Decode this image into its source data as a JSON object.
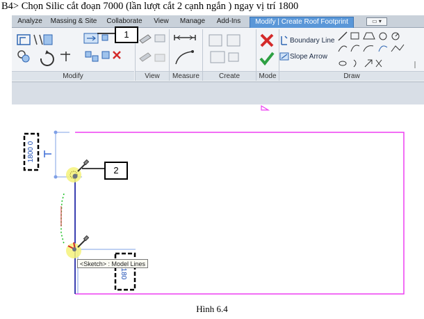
{
  "heading": "B4> Chọn Silic cắt đoạn 7000 (lần lượt cắt 2 cạnh ngắn ) ngay vị trí 1800",
  "ribbon": {
    "tabs": [
      {
        "label": "Analyze"
      },
      {
        "label": "Massing & Site"
      },
      {
        "label": "Collaborate"
      },
      {
        "label": "View"
      },
      {
        "label": "Manage"
      },
      {
        "label": "Add-Ins"
      },
      {
        "label": "Modify | Create Roof Footprint"
      }
    ],
    "panels": {
      "modify": "Modify",
      "view": "View",
      "measure": "Measure",
      "create": "Create",
      "mode": "Mode",
      "draw": "Draw"
    },
    "draw_buttons": {
      "boundary_line": "Boundary Line",
      "slope_arrow": "Slope Arrow"
    }
  },
  "callouts": {
    "one": "1",
    "two": "2"
  },
  "canvas": {
    "dim_left": "1800 0",
    "dim_bottom": "180",
    "tooltip": "<Sketch> : Model Lines",
    "colors": {
      "sketch": "#ee3ef2",
      "dimension": "#3a6bd6",
      "highlight": "#f5f27a",
      "dotted": "#22c12a"
    }
  },
  "caption": "Hình 6.4"
}
